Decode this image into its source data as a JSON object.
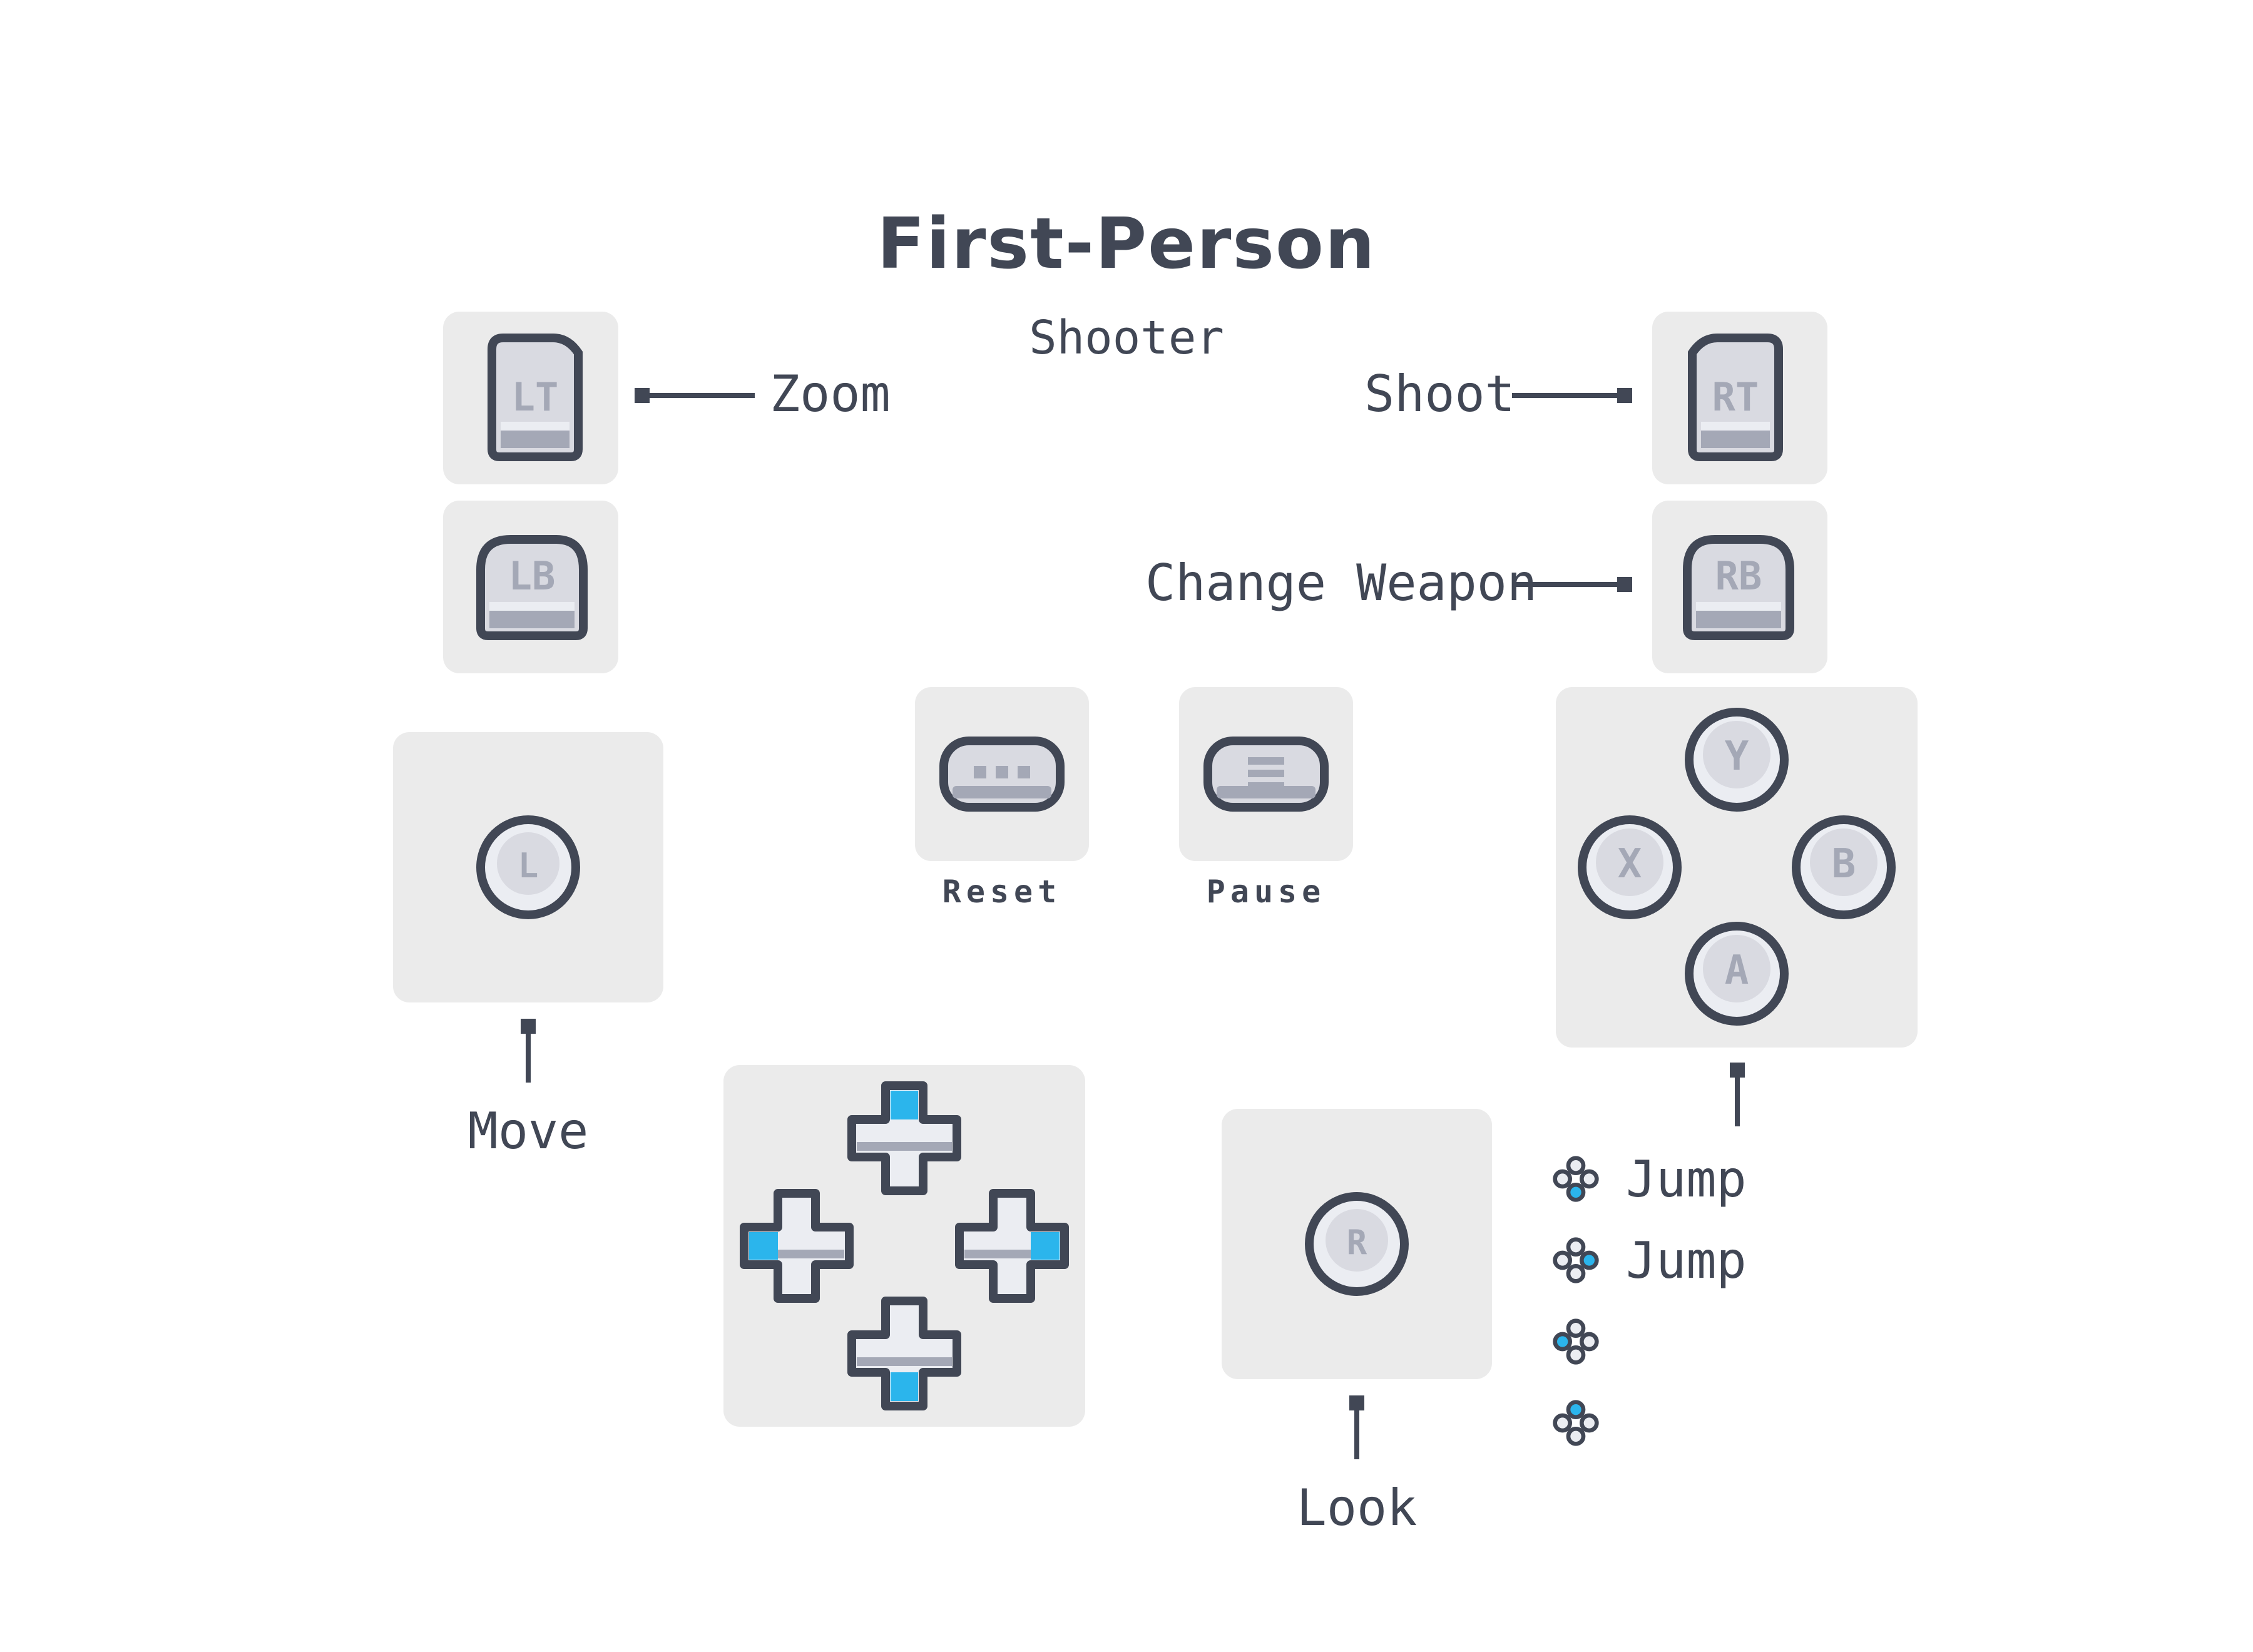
{
  "title": "First-Person",
  "subtitle": "Shooter",
  "colors": {
    "outline": "#414755",
    "tile": "#ebebeb",
    "button_face": "#d9dae1",
    "button_light": "#ebedf2",
    "button_shade": "#a4a8b6",
    "accent": "#2bb5ec",
    "background": "#ffffff"
  },
  "buttons": {
    "lt": {
      "glyph": "LT",
      "icon": "left-trigger-icon",
      "action": "Zoom"
    },
    "lb": {
      "glyph": "LB",
      "icon": "left-bumper-icon"
    },
    "rt": {
      "glyph": "RT",
      "icon": "right-trigger-icon",
      "action": "Shoot"
    },
    "rb": {
      "glyph": "RB",
      "icon": "right-bumper-icon",
      "action": "Change Weapon"
    },
    "view": {
      "icon": "view-button-icon",
      "action": "Reset"
    },
    "menu": {
      "icon": "menu-button-icon",
      "action": "Pause"
    },
    "left_stick": {
      "glyph": "L",
      "icon": "left-stick-icon",
      "action": "Move"
    },
    "right_stick": {
      "glyph": "R",
      "icon": "right-stick-icon",
      "action": "Look"
    },
    "face": {
      "y": {
        "glyph": "Y",
        "icon": "y-button-icon"
      },
      "x": {
        "glyph": "X",
        "icon": "x-button-icon"
      },
      "b": {
        "glyph": "B",
        "icon": "b-button-icon"
      },
      "a": {
        "glyph": "A",
        "icon": "a-button-icon"
      }
    },
    "dpad": {
      "icon": "dpad-icon"
    }
  },
  "face_legend": [
    {
      "icon": "face-buttons-a-icon",
      "highlight": "a",
      "text": "Jump"
    },
    {
      "icon": "face-buttons-b-icon",
      "highlight": "b",
      "text": "Jump"
    },
    {
      "icon": "face-buttons-x-icon",
      "highlight": "x",
      "text": ""
    },
    {
      "icon": "face-buttons-y-icon",
      "highlight": "y",
      "text": ""
    }
  ]
}
